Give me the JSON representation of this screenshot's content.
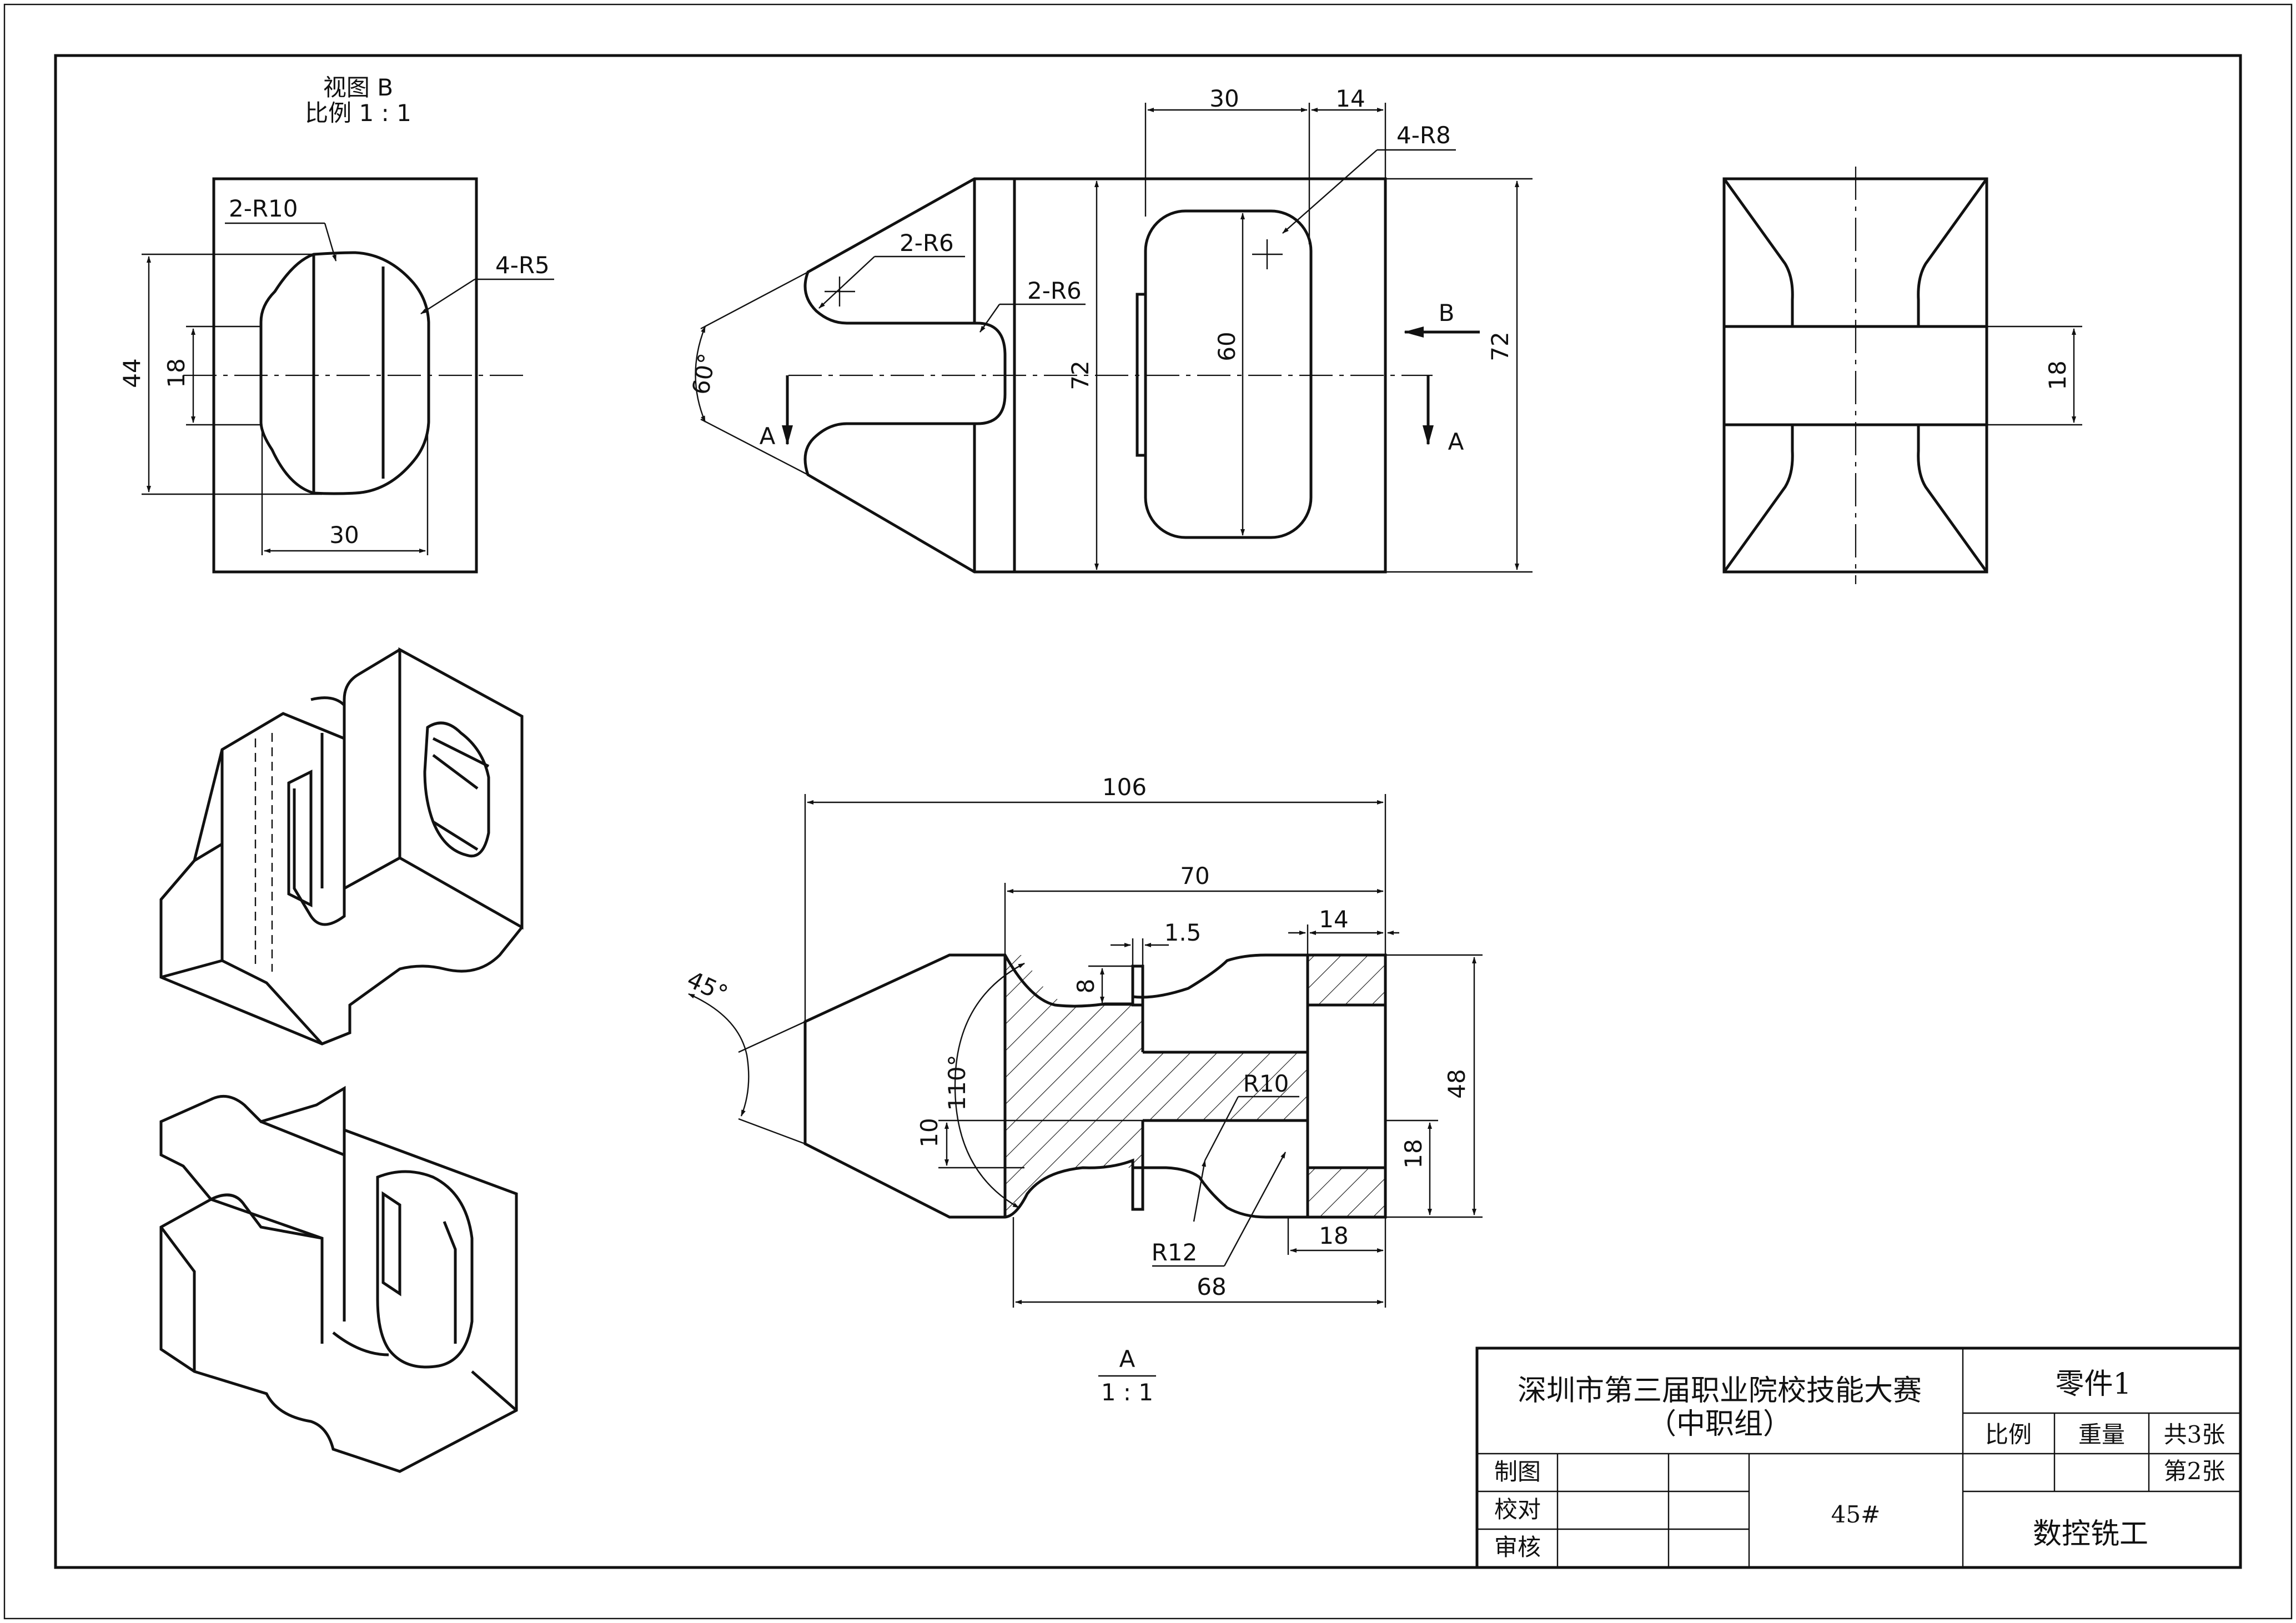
{
  "view_b": {
    "title": "视图 B",
    "scale": "比例 1 : 1",
    "dims": {
      "r10": "2-R10",
      "r5": "4-R5",
      "h44": "44",
      "h18": "18",
      "w30": "30"
    }
  },
  "front_view": {
    "dims": {
      "w30": "30",
      "w14": "14",
      "r8": "4-R8",
      "r6a": "2-R6",
      "r6b": "2-R6",
      "angle": "60°",
      "h72a": "72",
      "h60": "60",
      "h72b": "72",
      "section_label_left": "A",
      "section_label_right": "A",
      "view_arrow": "B"
    }
  },
  "side_view": {
    "dims": {
      "h18": "18"
    }
  },
  "section_a": {
    "dims": {
      "w106": "106",
      "w70": "70",
      "w1_5": "1.5",
      "w14": "14",
      "angle45": "45°",
      "h8": "8",
      "angle110": "110°",
      "h10": "10",
      "r10": "R10",
      "h48": "48",
      "h18": "18",
      "r12": "R12",
      "w18": "18",
      "w68": "68"
    },
    "label": "A",
    "scale": "1 : 1"
  },
  "title_block": {
    "competition_line1": "深圳市第三届职业院校技能大赛",
    "competition_line2": "（中职组）",
    "part_name": "零件1",
    "scale_label": "比例",
    "weight_label": "重量",
    "total_sheets": "共3张",
    "sheet_no": "第2张",
    "drawn_label": "制图",
    "checked_label": "校对",
    "approved_label": "审核",
    "material": "45#",
    "process": "数控铣工"
  }
}
